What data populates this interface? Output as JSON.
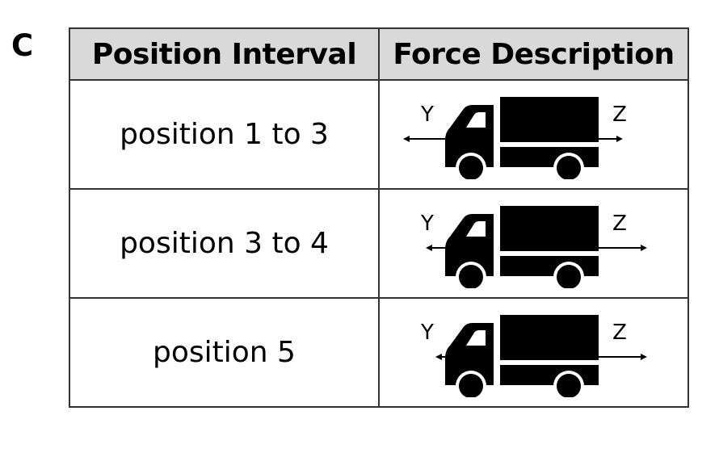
{
  "option_letter": "C",
  "table": {
    "headers": [
      "Position Interval",
      "Force Description"
    ],
    "rows": [
      {
        "interval": "position 1 to 3",
        "force": {
          "left_label": "Y",
          "right_label": "Z",
          "left_arrow_length": 52,
          "right_arrow_length": 30,
          "icon": "truck-icon"
        }
      },
      {
        "interval": "position 3 to 4",
        "force": {
          "left_label": "Y",
          "right_label": "Z",
          "left_arrow_length": 24,
          "right_arrow_length": 60,
          "icon": "truck-icon"
        }
      },
      {
        "interval": "position 5",
        "force": {
          "left_label": "Y",
          "right_label": "Z",
          "left_arrow_length": 12,
          "right_arrow_length": 60,
          "icon": "truck-icon"
        }
      }
    ]
  }
}
